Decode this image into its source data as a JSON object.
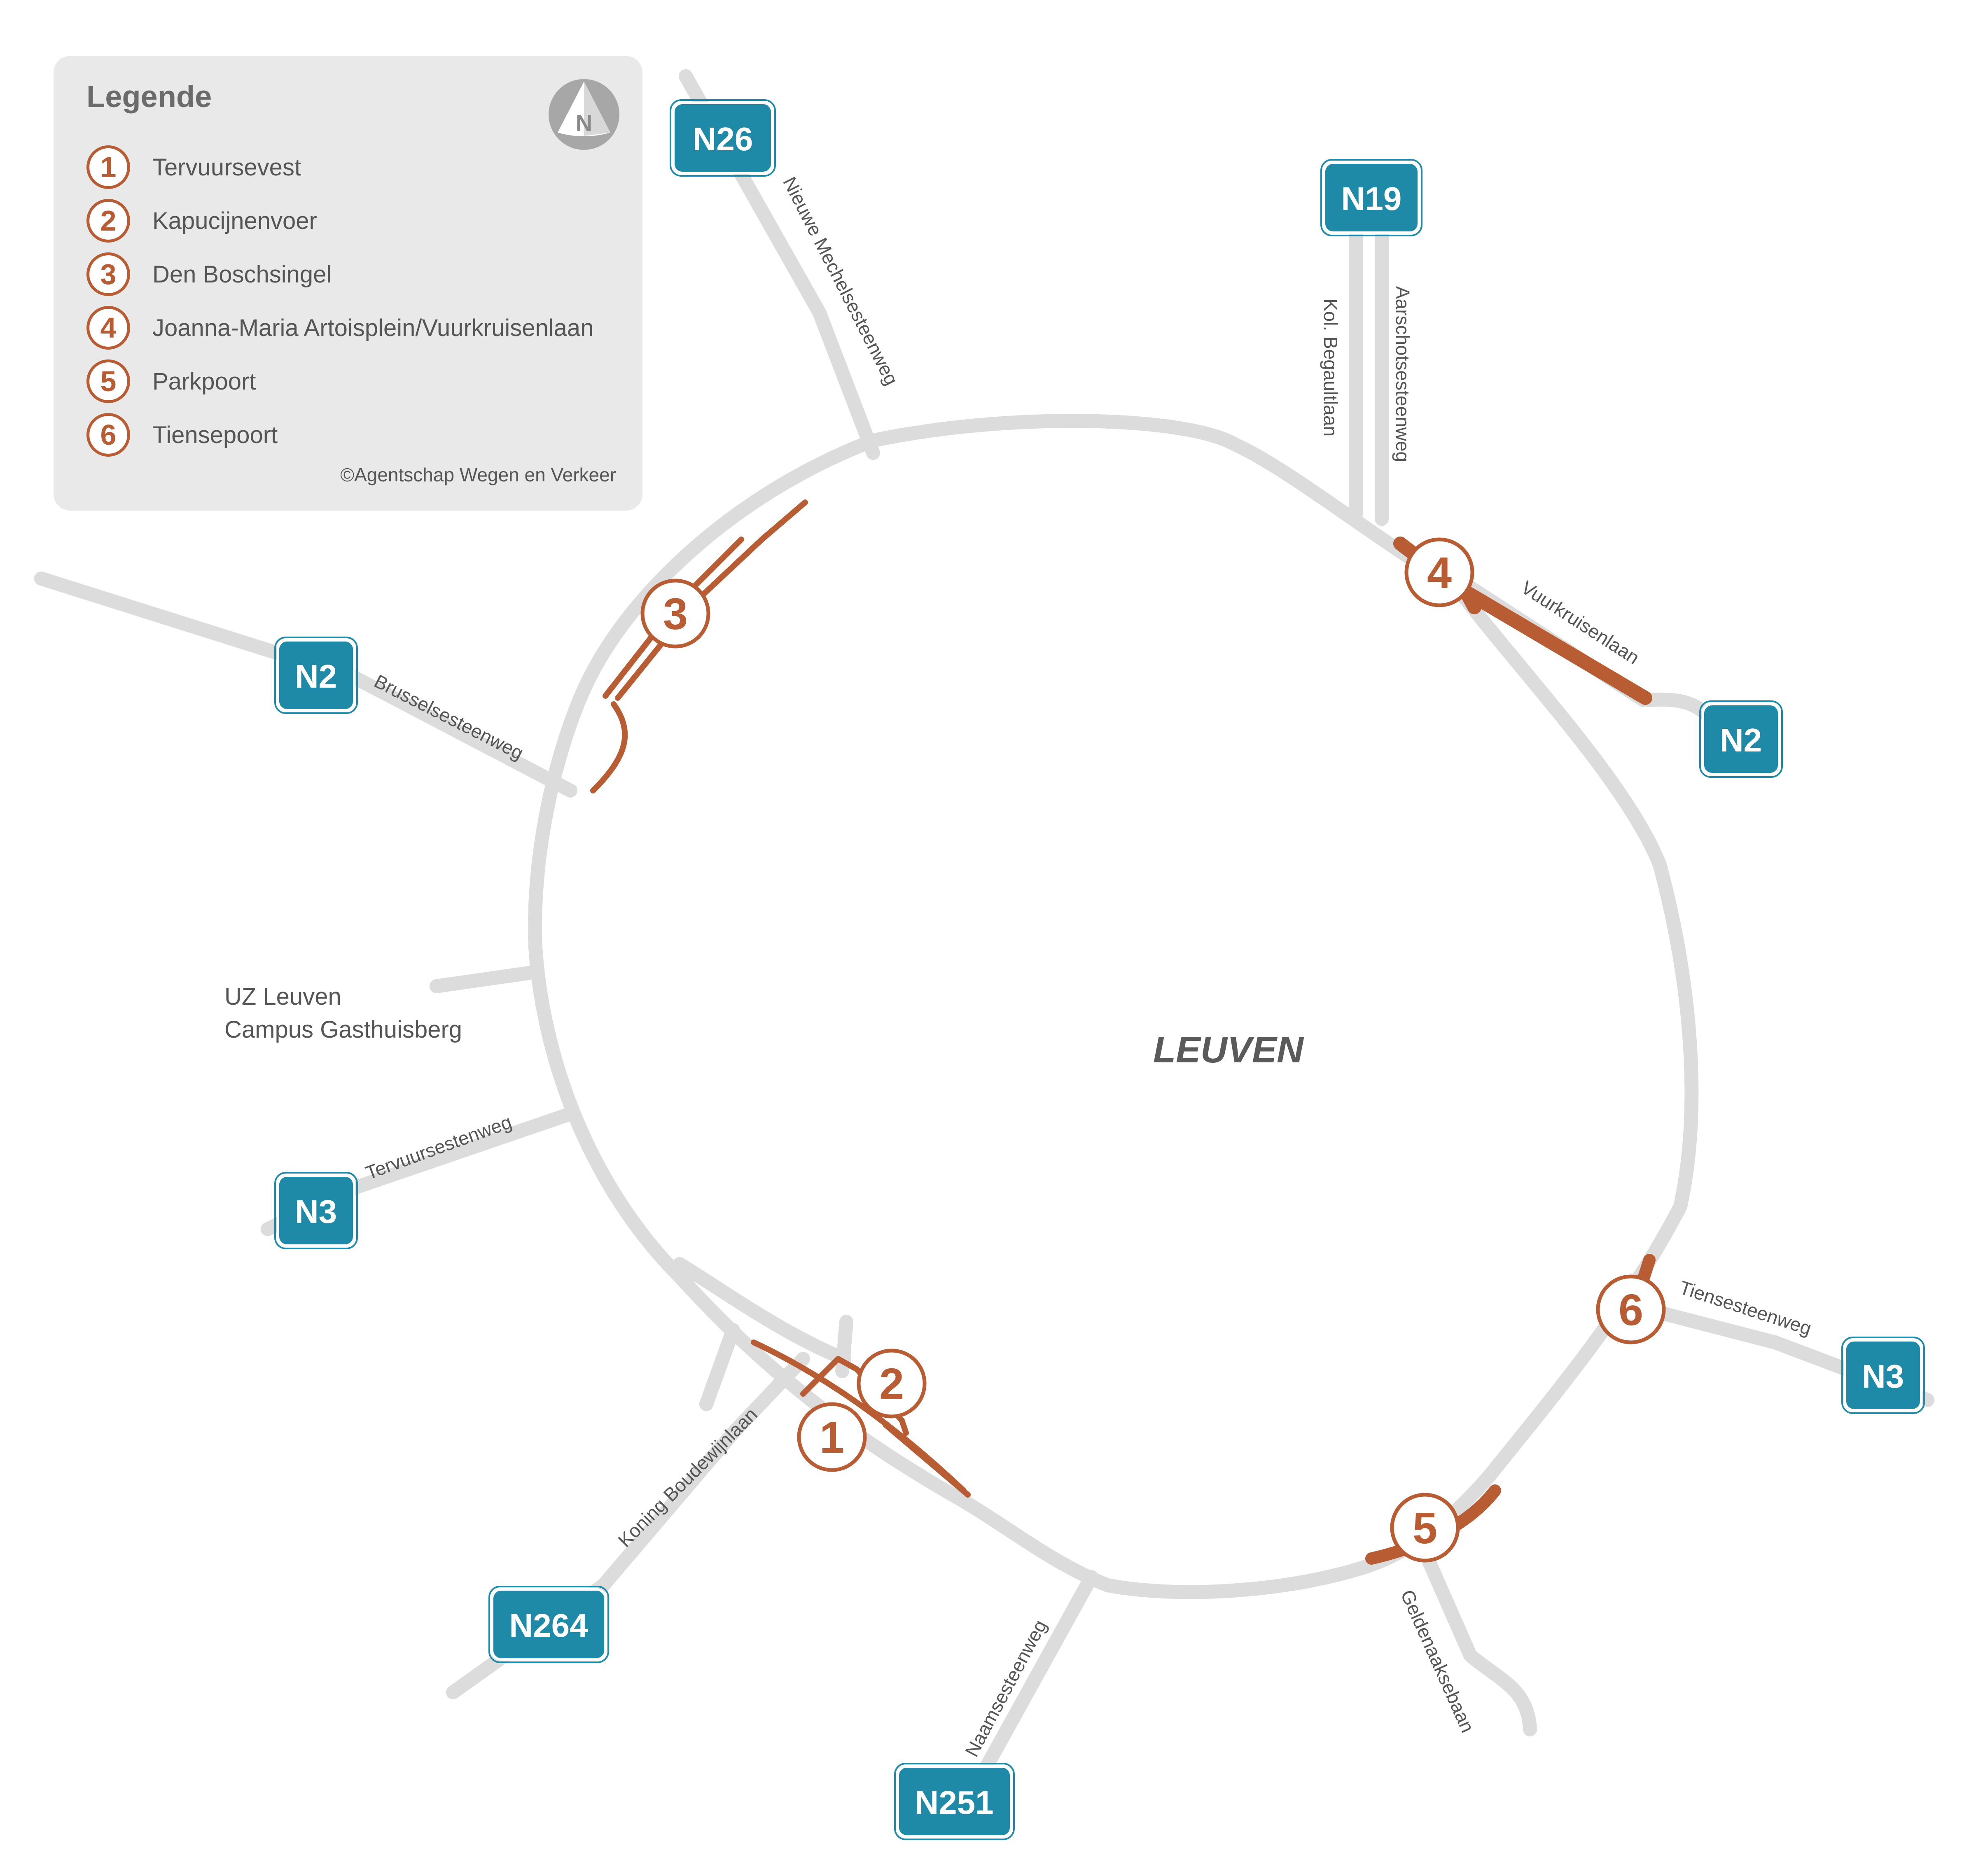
{
  "legend": {
    "title": "Legende",
    "items": [
      {
        "number": "1",
        "label": "Tervuursevest"
      },
      {
        "number": "2",
        "label": "Kapucijnenvoer"
      },
      {
        "number": "3",
        "label": "Den Boschsingel"
      },
      {
        "number": "4",
        "label": "Joanna-Maria Artoisplein/Vuurkruisenlaan"
      },
      {
        "number": "5",
        "label": "Parkpoort"
      },
      {
        "number": "6",
        "label": "Tiensepoort"
      }
    ],
    "copyright": "©Agentschap Wegen en Verkeer",
    "compass_letter": "N"
  },
  "city": "LEUVEN",
  "place_label": {
    "line1": "UZ Leuven",
    "line2": "Campus Gasthuisberg"
  },
  "shields": {
    "n26": "N26",
    "n19": "N19",
    "n2_west": "N2",
    "n2_east": "N2",
    "n3_west": "N3",
    "n3_east": "N3",
    "n264": "N264",
    "n251": "N251"
  },
  "road_names": {
    "nieuwe_mechelsesteenweg": "Nieuwe Mechelsesteenweg",
    "kol_begaultlaan": "Kol. Begaultlaan",
    "aarschotsesteenweg": "Aarschotsesteenweg",
    "vuurkruisenlaan": "Vuurkruisenlaan",
    "brusselsesteenweg": "Brusselsesteenweg",
    "tervuursestenweg": "Tervuursestenweg",
    "koning_boudewijnlaan": "Koning Boudewijnlaan",
    "naamsesteenweg": "Naamsesteenweg",
    "geldenaaksebaan": "Geldenaaksebaan",
    "tiensesteenweg": "Tiensesteenweg"
  },
  "markers": {
    "m1": "1",
    "m2": "2",
    "m3": "3",
    "m4": "4",
    "m5": "5",
    "m6": "6"
  },
  "colors": {
    "road": "#dcdcdc",
    "works": "#b85c34",
    "shield_fill": "#1f8aa8",
    "legend_bg": "#e9e9e9"
  }
}
